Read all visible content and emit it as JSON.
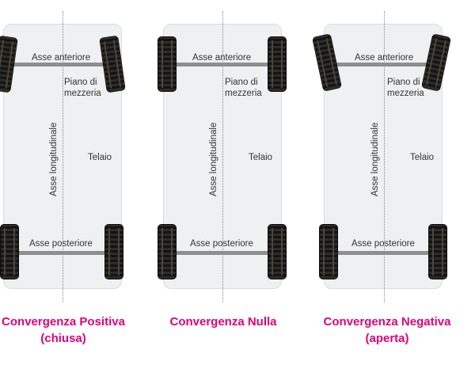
{
  "colors": {
    "caption": "#e0007a",
    "chassis": "#eef0f2",
    "axle": "#8f8f8f",
    "tire": "#1a1917",
    "label": "#333333"
  },
  "panels": [
    {
      "id": "positive",
      "labels": {
        "front_axle": "Asse anteriore",
        "plane": "Piano di mezzeria",
        "longitudinal": "Asse longitudinale",
        "frame": "Telaio",
        "rear_axle": "Asse posteriore"
      },
      "caption": [
        "Convergenza Positiva",
        "(chiusa)"
      ],
      "front_wheels": "toe-in-icon"
    },
    {
      "id": "neutral",
      "labels": {
        "front_axle": "Asse anteriore",
        "plane": "Piano di mezzeria",
        "longitudinal": "Asse longitudinale",
        "frame": "Telaio",
        "rear_axle": "Asse posteriore"
      },
      "caption": [
        "Convergenza Nulla"
      ],
      "front_wheels": "straight-wheel-icon"
    },
    {
      "id": "negative",
      "labels": {
        "front_axle": "Asse anteriore",
        "plane": "Piano di mezzeria",
        "longitudinal": "Asse longitudinale",
        "frame": "Telaio",
        "rear_axle": "Asse posteriore"
      },
      "caption": [
        "Convergenza Negativa",
        "(aperta)"
      ],
      "front_wheels": "toe-out-icon"
    }
  ]
}
